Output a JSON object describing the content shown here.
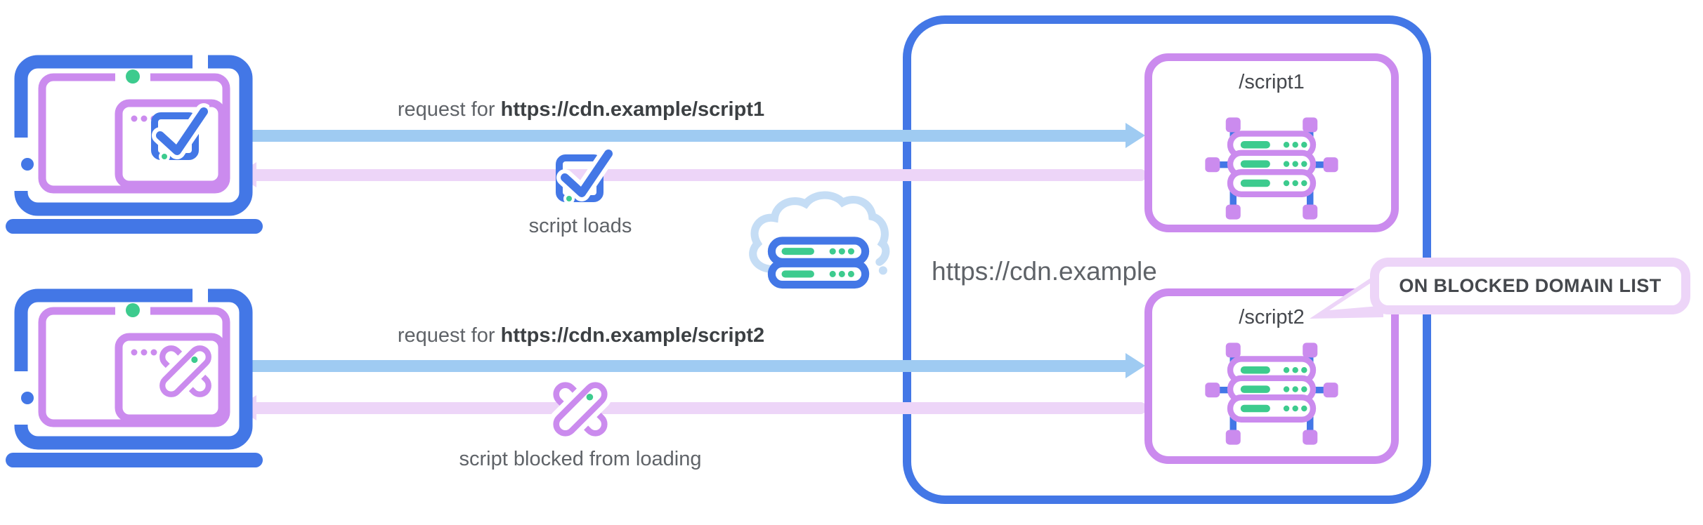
{
  "colors": {
    "blue": "#4377E6",
    "light_blue": "#9FCBF2",
    "cloud_blue": "#C5DDF5",
    "purple": "#CB8BEE",
    "lavender": "#EDD5F8",
    "green": "#3DCB8E",
    "text_gray": "#5F6368",
    "text_dark": "#3C4043"
  },
  "icons": {
    "laptop_allowed": "laptop-with-check-browser",
    "laptop_blocked": "laptop-with-cross-browser",
    "check": "checkbox-checkmark",
    "cross": "crossed-capsules-x",
    "cloud_server": "cloud-with-server-stack",
    "server_cluster": "server-cluster-with-nodes",
    "callout_tail": "speech-bubble-tail"
  },
  "flows": [
    {
      "request_prefix": "request for",
      "request_url": "https://cdn.example/script1",
      "result": "script loads"
    },
    {
      "request_prefix": "request for",
      "request_url": "https://cdn.example/script2",
      "result": "script blocked from loading"
    }
  ],
  "cdn": {
    "domain": "https://cdn.example",
    "endpoints": [
      "/script1",
      "/script2"
    ],
    "callout": "ON BLOCKED DOMAIN LIST"
  }
}
